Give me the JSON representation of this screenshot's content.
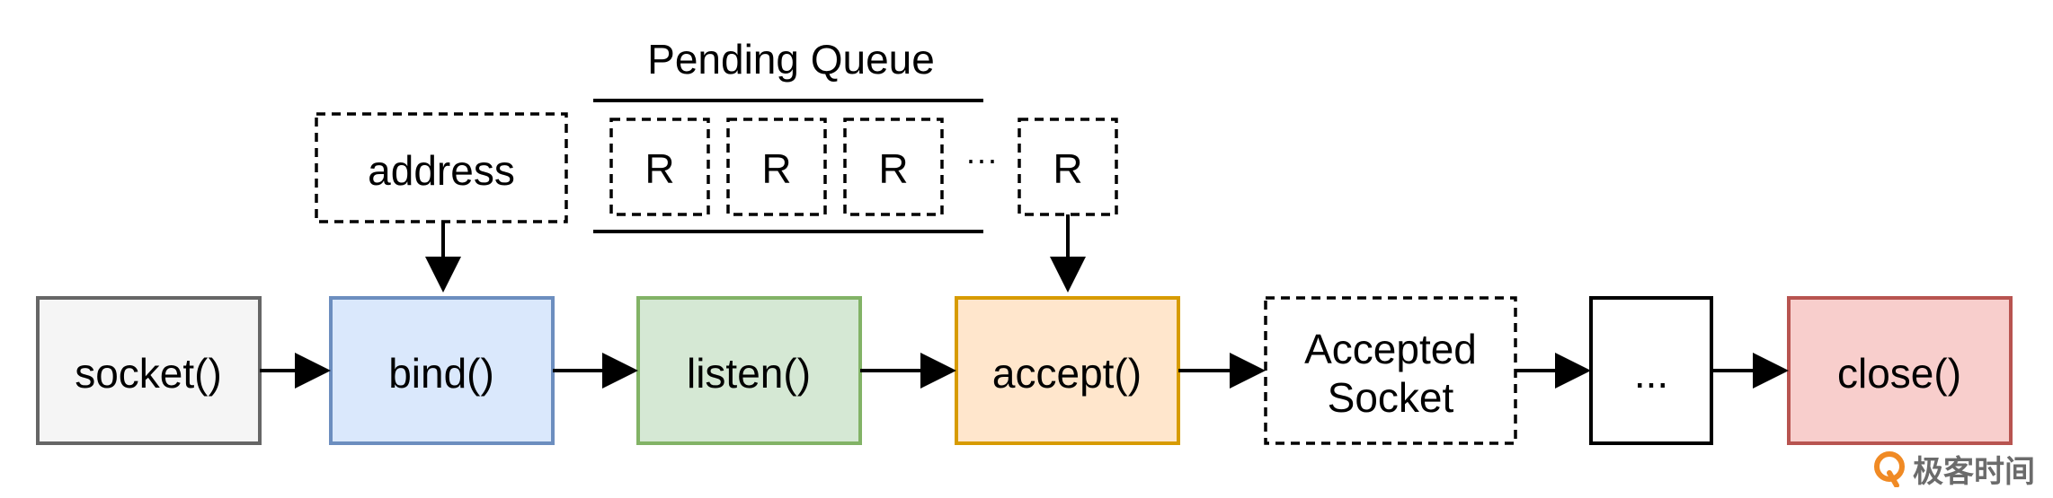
{
  "queue": {
    "title": "Pending Queue",
    "items": [
      "R",
      "R",
      "R"
    ],
    "ellipsis": "···",
    "last_item": "R"
  },
  "address_label": "address",
  "steps": {
    "socket": "socket()",
    "bind": "bind()",
    "listen": "listen()",
    "accept": "accept()",
    "accepted_line1": "Accepted",
    "accepted_line2": "Socket",
    "more": "...",
    "close": "close()"
  },
  "colors": {
    "socket_fill": "#f5f5f5",
    "socket_stroke": "#666666",
    "bind_fill": "#dae8fc",
    "bind_stroke": "#6c8ebf",
    "listen_fill": "#d5e8d4",
    "listen_stroke": "#82b366",
    "accept_fill": "#ffe6cc",
    "accept_stroke": "#d79b00",
    "close_fill": "#f8cecc",
    "close_stroke": "#b85450"
  },
  "watermark": {
    "text": "极客时间",
    "logo_color": "#f08a24"
  }
}
